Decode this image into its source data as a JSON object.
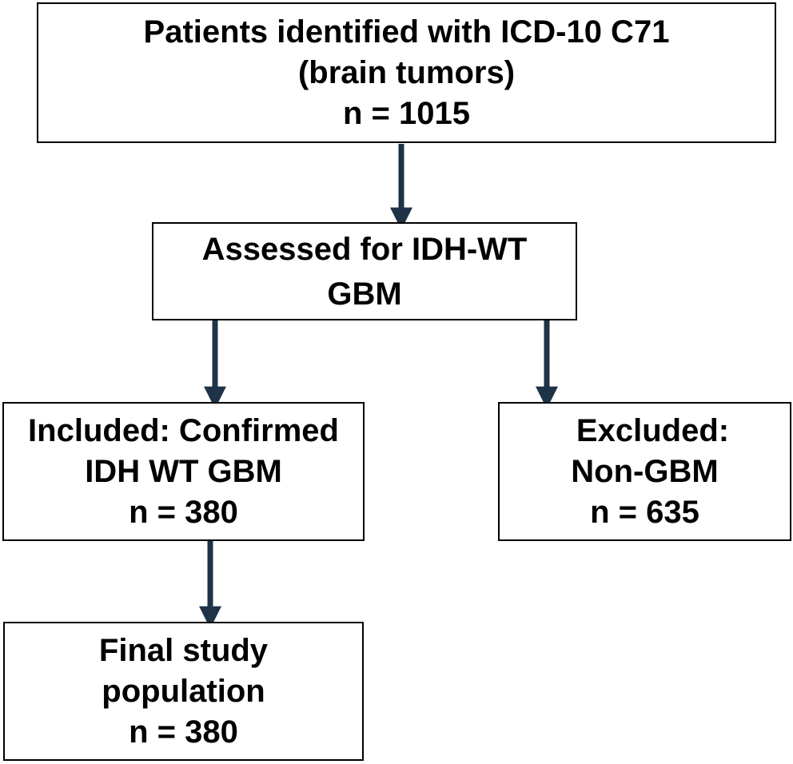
{
  "colors": {
    "arrow": "#1f3347",
    "border": "#000000",
    "text": "#000000",
    "background": "#ffffff"
  },
  "boxes": {
    "patients": {
      "line1": "Patients identified with ICD-10 C71",
      "line2": "(brain tumors)",
      "count": "n = 1015"
    },
    "assessed": {
      "line1": "Assessed for IDH-WT",
      "line2": "GBM"
    },
    "included": {
      "line1": "Included: Confirmed",
      "line2": "IDH WT GBM",
      "count": "n = 380"
    },
    "excluded": {
      "line1": "Excluded:",
      "line2": "Non-GBM",
      "count": "n = 635"
    },
    "final": {
      "line1": "Final study",
      "line2": "population",
      "count": "n = 380"
    }
  }
}
